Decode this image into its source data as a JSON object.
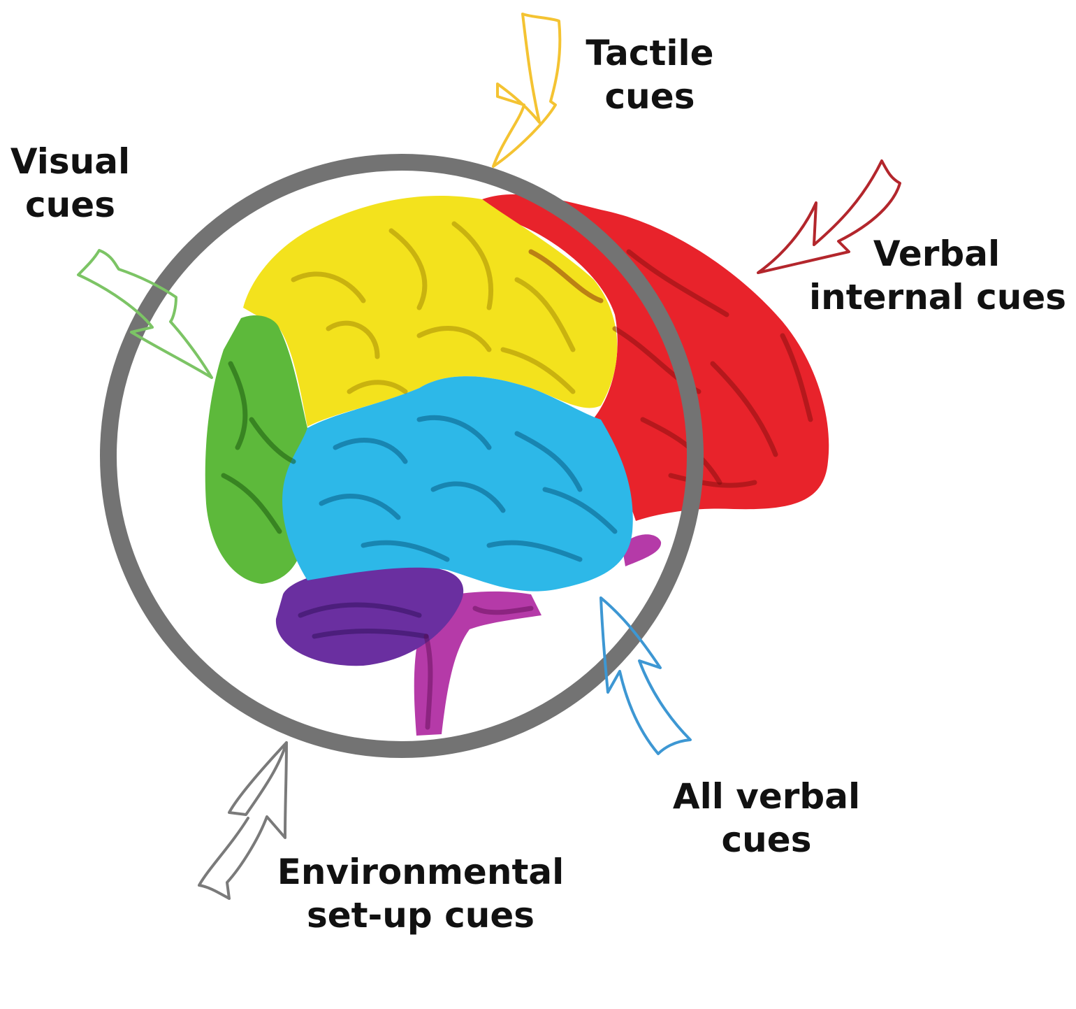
{
  "colors": {
    "circle": "#737373",
    "tactile": "#f4c332",
    "visual": "#7cc465",
    "verbal_internal": "#b3262c",
    "all_verbal": "#3d97d3",
    "environmental": "#7a7a7a",
    "lobe_frontal": "#e8232b",
    "lobe_parietal": "#f3e21d",
    "lobe_occipital": "#5db93b",
    "lobe_temporal": "#2db8e8",
    "cerebellum": "#6a2fa0",
    "brainstem": "#b53aa8"
  },
  "labels": {
    "tactile": [
      "Tactile",
      "cues"
    ],
    "visual": [
      "Visual",
      "cues"
    ],
    "verbal_internal": [
      "Verbal",
      "internal cues"
    ],
    "all_verbal": [
      "All verbal",
      "cues"
    ],
    "environmental": [
      "Environmental",
      "set-up cues"
    ]
  }
}
